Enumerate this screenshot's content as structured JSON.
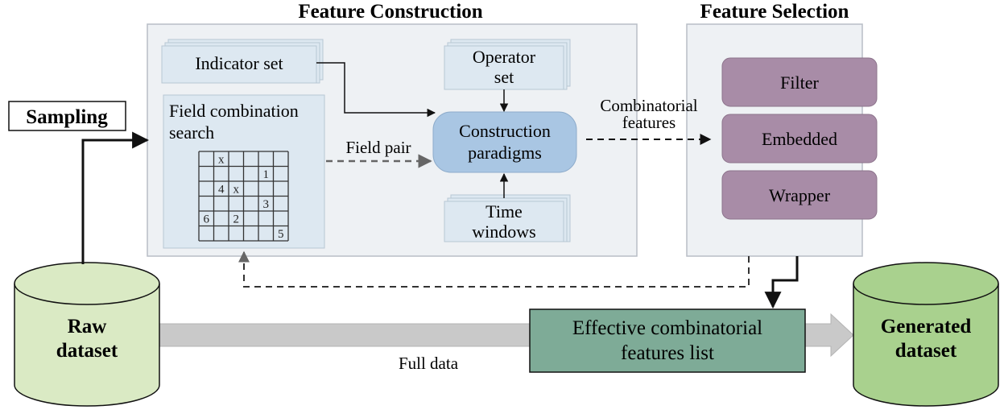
{
  "titles": {
    "feature_construction": "Feature Construction",
    "feature_selection": "Feature Selection"
  },
  "sampling": "Sampling",
  "raw_dataset": [
    "Raw",
    "dataset"
  ],
  "generated_dataset": [
    "Generated",
    "dataset"
  ],
  "indicator_set": "Indicator  set",
  "operator_set": [
    "Operator",
    "set"
  ],
  "time_windows": [
    "Time",
    "windows"
  ],
  "field_combination_search": [
    "Field combination",
    "search"
  ],
  "construction_paradigms": [
    "Construction",
    "paradigms"
  ],
  "field_pair": "Field pair",
  "combinatorial_features": [
    "Combinatorial",
    "features"
  ],
  "selection_methods": [
    "Filter",
    "Embedded",
    "Wrapper"
  ],
  "effective_list": [
    "Effective combinatorial",
    "features list"
  ],
  "full_data": "Full data",
  "grid_cells": [
    {
      "row": 0,
      "col": 1,
      "v": "x"
    },
    {
      "row": 1,
      "col": 4,
      "v": "1"
    },
    {
      "row": 2,
      "col": 1,
      "v": "4"
    },
    {
      "row": 2,
      "col": 2,
      "v": "x"
    },
    {
      "row": 3,
      "col": 4,
      "v": "3"
    },
    {
      "row": 4,
      "col": 0,
      "v": "6"
    },
    {
      "row": 4,
      "col": 2,
      "v": "2"
    },
    {
      "row": 5,
      "col": 5,
      "v": "5"
    }
  ],
  "colors": {
    "panel_fill": "#eef1f4",
    "panel_stroke": "#b8bec6",
    "box_fill": "#dde8f1",
    "construction_fill": "#a9c6e3",
    "method_fill": "#a88ca7",
    "list_fill": "#7eab97",
    "cylinder_fill": "#daeac4",
    "generated_fill": "#a9d18e",
    "flow_arrow": "#c9c9c9"
  }
}
